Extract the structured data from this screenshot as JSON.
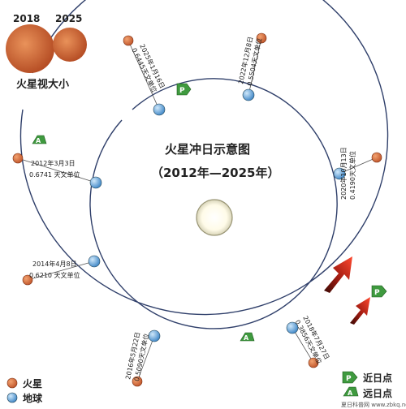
{
  "title": "火星冲日示意图",
  "subtitle": "（2012年—2025年）",
  "size_compare": {
    "label_a": "2018",
    "label_b": "2025",
    "caption": "火星视大小"
  },
  "oppositions": [
    {
      "id": "2012",
      "date": "2012年3月3日",
      "distance": "0.6741 天文单位"
    },
    {
      "id": "2014",
      "date": "2014年4月8日",
      "distance": "0.6210 天文单位"
    },
    {
      "id": "2016",
      "date": "2016年5月22日",
      "distance": "0.5090天文单位"
    },
    {
      "id": "2018",
      "date": "2018年7月27日",
      "distance": "0.3856天文单位"
    },
    {
      "id": "2020",
      "date": "2020年10月13日",
      "distance": "0.4190天文单位"
    },
    {
      "id": "2022",
      "date": "2022年12月8日",
      "distance": "0.5504天文单位"
    },
    {
      "id": "2025",
      "date": "2025年1月16日",
      "distance": "0.6445天文单位"
    }
  ],
  "markers": {
    "perihelion": "P",
    "aphelion": "A"
  },
  "legend": {
    "mars": "火星",
    "earth": "地球",
    "perihelion": "近日点",
    "aphelion": "远日点"
  },
  "colors": {
    "mars": "#d9703a",
    "earth": "#6aaee0",
    "orbit": "#2f3f6a",
    "marker": "#3f9a3f",
    "arrow": "#d32a1a"
  },
  "watermark": "夏日科普网 www.zbkq.net"
}
